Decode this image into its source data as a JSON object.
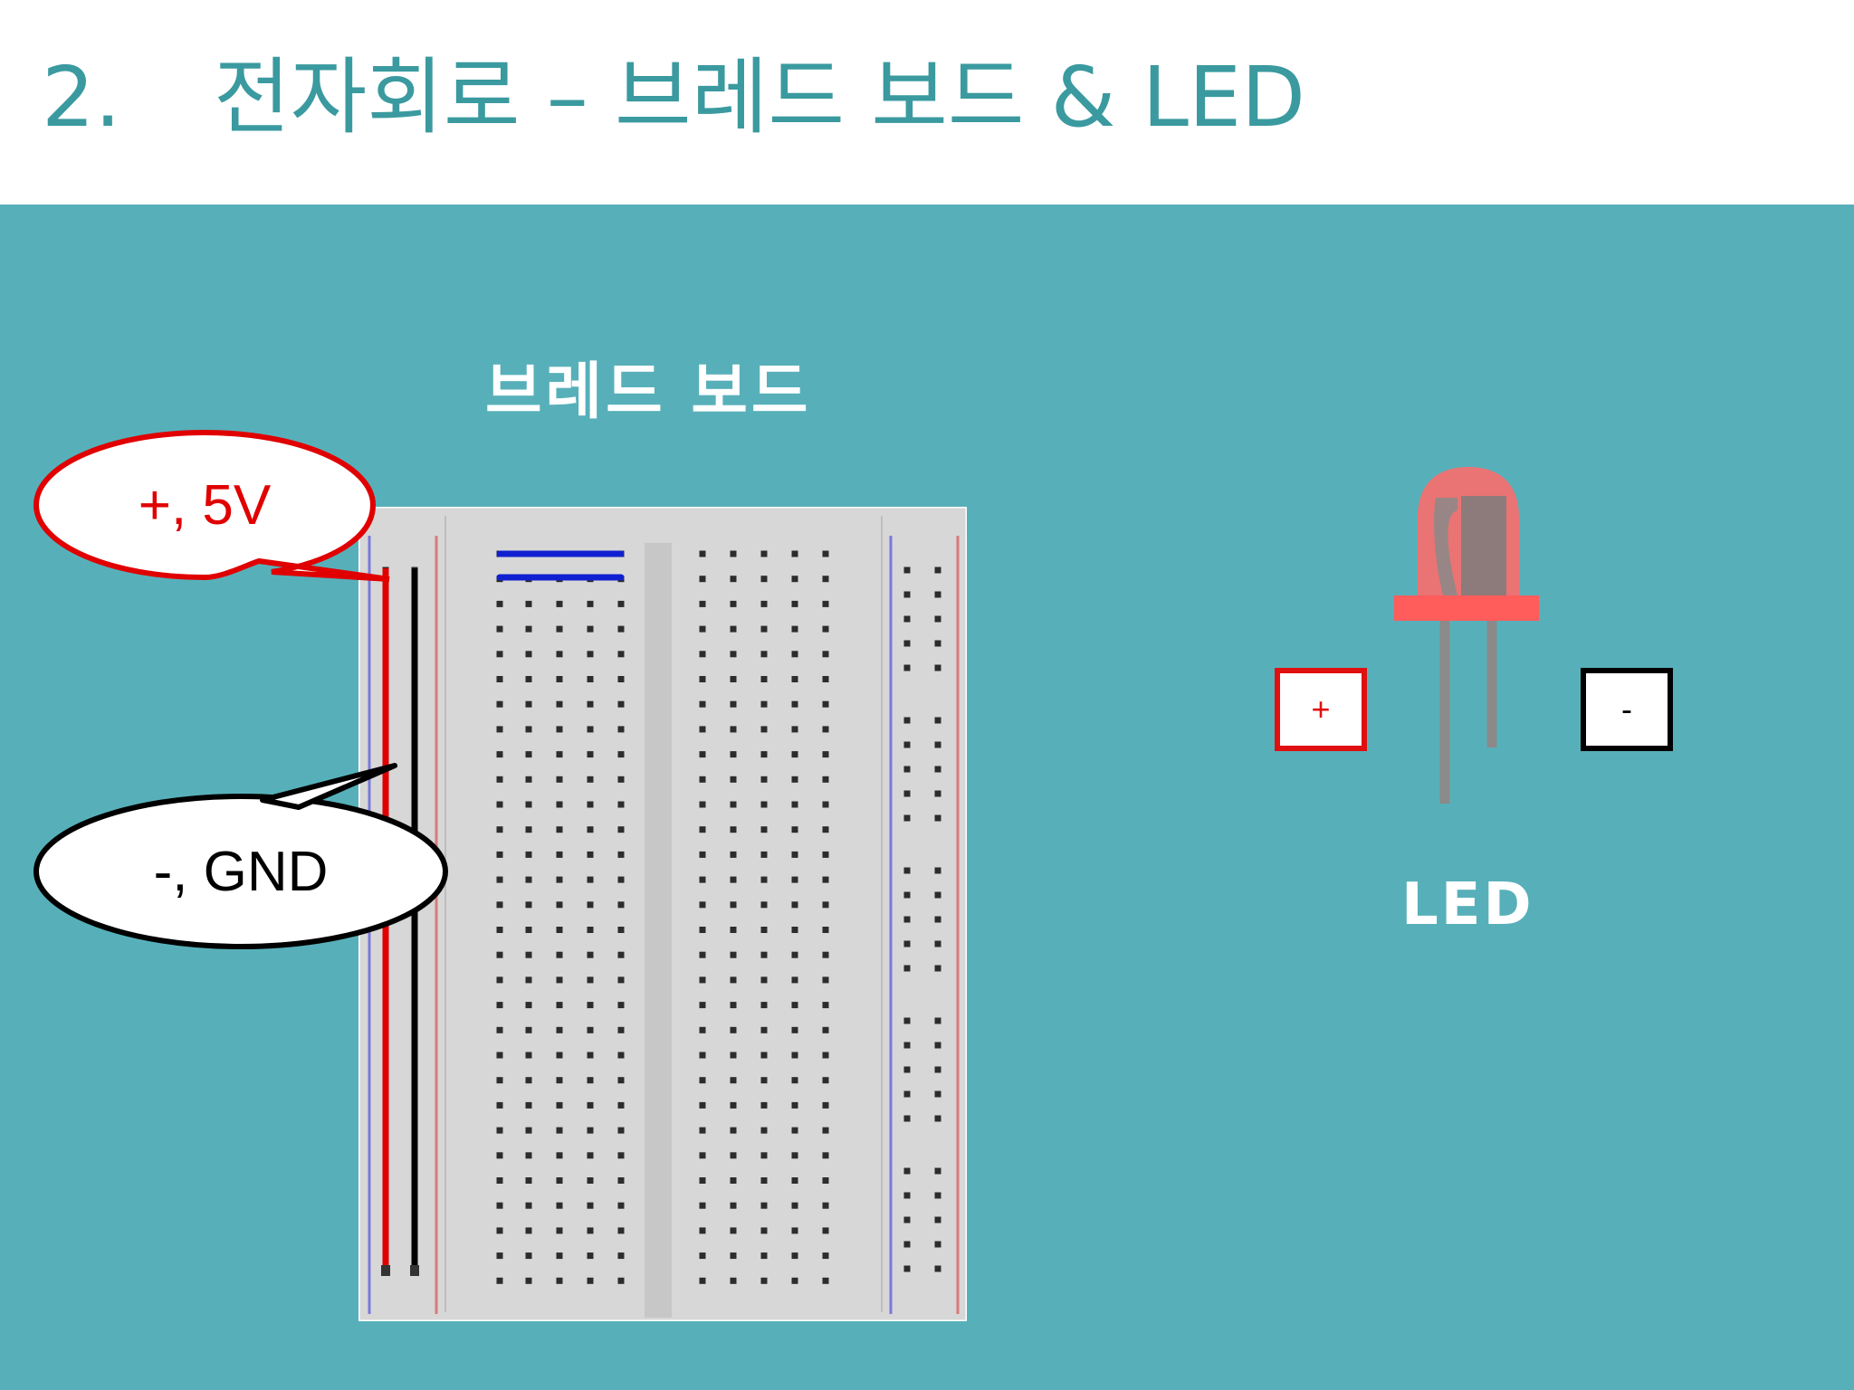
{
  "slide": {
    "title_number": "2.",
    "title_text": "전자회로 – 브레드 보드  & LED"
  },
  "breadboard": {
    "label": "브레드 보드",
    "callouts": {
      "positive": "+, 5V",
      "ground": "-, GND"
    }
  },
  "led": {
    "label": "LED",
    "anode_symbol": "+",
    "cathode_symbol": "-"
  },
  "colors": {
    "title": "#3a9a9f",
    "background": "#57b0b9",
    "positive_wire": "#e00000",
    "ground_wire": "#000000",
    "jumper_wire": "#1020d0",
    "led_body": "#ff6a6a"
  }
}
